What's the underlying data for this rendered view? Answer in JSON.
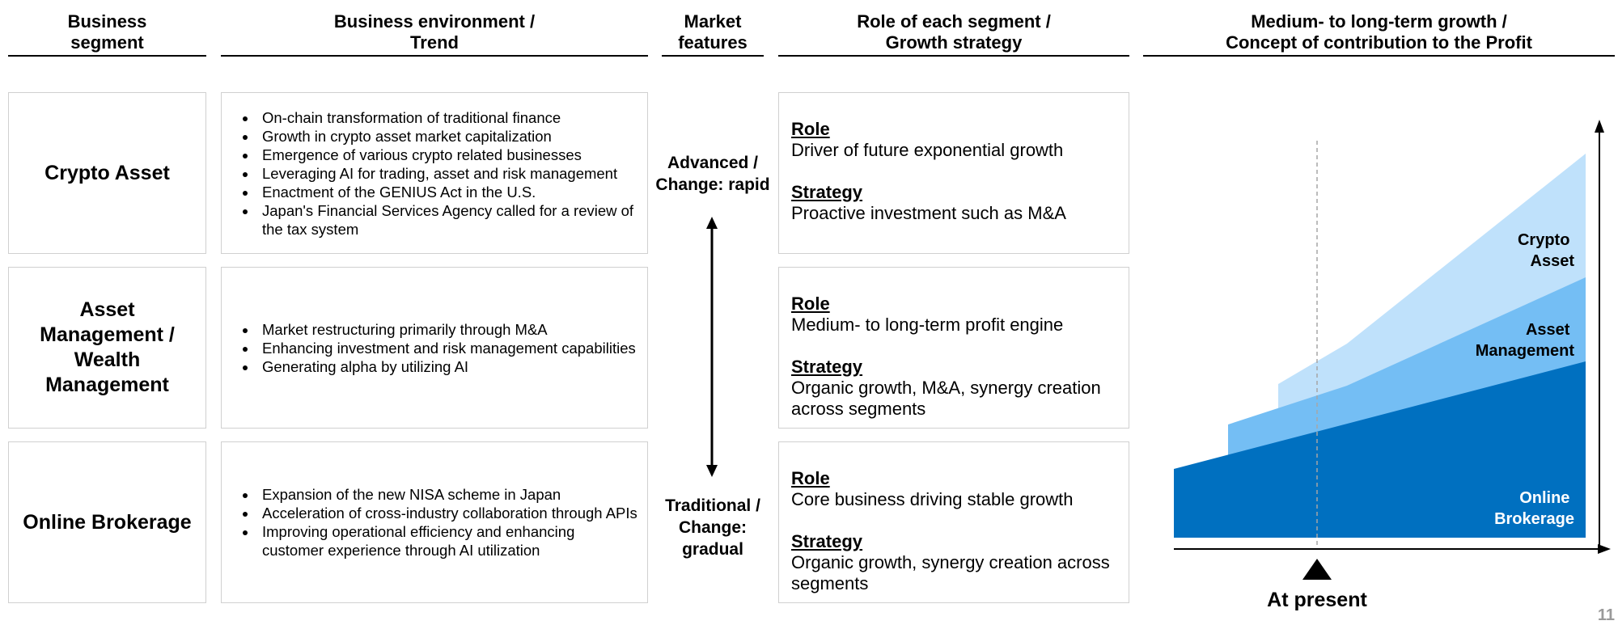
{
  "headers": {
    "segment": [
      "Business",
      "segment"
    ],
    "environment": [
      "Business environment /",
      "Trend"
    ],
    "market": [
      "Market",
      "features"
    ],
    "role": [
      "Role of each segment /",
      "Growth strategy"
    ],
    "growth": [
      "Medium- to long-term growth /",
      "Concept of contribution to the Profit"
    ]
  },
  "segments": [
    {
      "name": [
        "Crypto Asset"
      ],
      "trends": [
        "On-chain transformation of traditional finance",
        "Growth in crypto asset market capitalization",
        "Emergence of various crypto related businesses",
        "Leveraging AI for trading, asset and risk management",
        "Enactment of the GENIUS Act in the U.S.",
        "Japan's Financial Services Agency called for a review of the tax system"
      ],
      "role_label": "Role",
      "role": "Driver of future exponential growth",
      "strategy_label": "Strategy",
      "strategy": "Proactive investment such as M&A"
    },
    {
      "name": [
        "Asset",
        "Management /",
        "Wealth",
        "Management"
      ],
      "trends": [
        "Market restructuring primarily through M&A",
        "Enhancing investment and risk management capabilities",
        "Generating alpha by utilizing AI"
      ],
      "role_label": "Role",
      "role": "Medium- to long-term profit engine",
      "strategy_label": "Strategy",
      "strategy": "Organic growth, M&A, synergy creation across segments"
    },
    {
      "name": [
        "Online Brokerage"
      ],
      "trends": [
        "Expansion of the new NISA scheme in Japan",
        "Acceleration of cross-industry collaboration through APIs",
        "Improving operational efficiency and enhancing customer experience through AI utilization"
      ],
      "role_label": "Role",
      "role": "Core business driving stable growth",
      "strategy_label": "Strategy",
      "strategy": "Organic growth, synergy creation across segments"
    }
  ],
  "market": {
    "top": [
      "Advanced /",
      "Change: rapid"
    ],
    "bottom": [
      "Traditional /",
      "Change:",
      "gradual"
    ]
  },
  "growth_chart": {
    "layers": [
      {
        "label": [
          "Crypto",
          "Asset"
        ],
        "color": "#bfe1fb"
      },
      {
        "label": [
          "Asset",
          "Management"
        ],
        "color": "#74bef4"
      },
      {
        "label": [
          "Online",
          "Brokerage"
        ],
        "color": "#0070c0"
      }
    ],
    "present_label": "At present"
  },
  "page_number": "11"
}
